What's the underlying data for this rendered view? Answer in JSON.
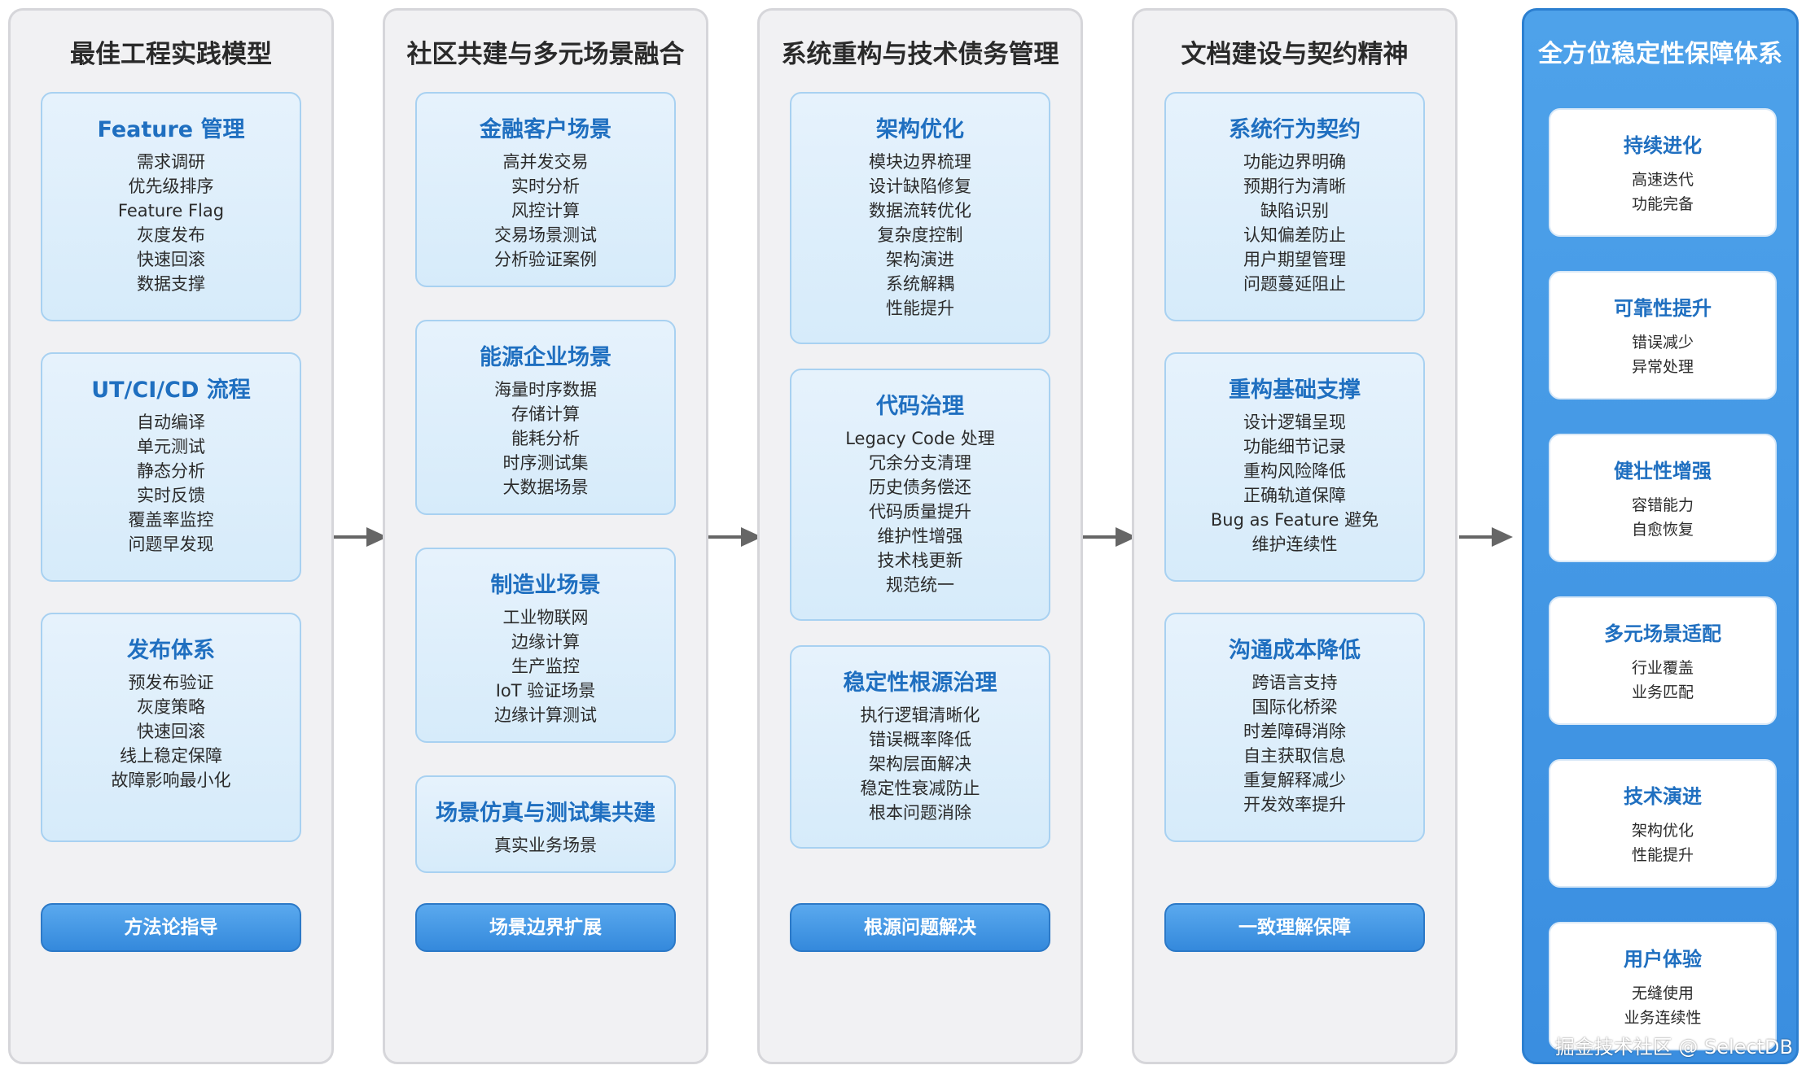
{
  "columns": [
    {
      "title": "最佳工程实践模型",
      "cards": [
        {
          "title": "Feature 管理",
          "items": [
            "需求调研",
            "优先级排序",
            "Feature Flag",
            "灰度发布",
            "快速回滚",
            "数据支撑"
          ]
        },
        {
          "title": "UT/CI/CD 流程",
          "items": [
            "自动编译",
            "单元测试",
            "静态分析",
            "实时反馈",
            "覆盖率监控",
            "问题早发现"
          ]
        },
        {
          "title": "发布体系",
          "items": [
            "预发布验证",
            "灰度策略",
            "快速回滚",
            "线上稳定保障",
            "故障影响最小化"
          ]
        }
      ],
      "footer": "方法论指导"
    },
    {
      "title": "社区共建与多元场景融合",
      "cards": [
        {
          "title": "金融客户场景",
          "items": [
            "高并发交易",
            "实时分析",
            "风控计算",
            "交易场景测试",
            "分析验证案例"
          ]
        },
        {
          "title": "能源企业场景",
          "items": [
            "海量时序数据",
            "存储计算",
            "能耗分析",
            "时序测试集",
            "大数据场景"
          ]
        },
        {
          "title": "制造业场景",
          "items": [
            "工业物联网",
            "边缘计算",
            "生产监控",
            "IoT 验证场景",
            "边缘计算测试"
          ]
        },
        {
          "title": "场景仿真与测试集共建",
          "items": [
            "真实业务场景"
          ]
        }
      ],
      "footer": "场景边界扩展"
    },
    {
      "title": "系统重构与技术债务管理",
      "cards": [
        {
          "title": "架构优化",
          "items": [
            "模块边界梳理",
            "设计缺陷修复",
            "数据流转优化",
            "复杂度控制",
            "架构演进",
            "系统解耦",
            "性能提升"
          ]
        },
        {
          "title": "代码治理",
          "items": [
            "Legacy Code 处理",
            "冗余分支清理",
            "历史债务偿还",
            "代码质量提升",
            "维护性增强",
            "技术栈更新",
            "规范统一"
          ]
        },
        {
          "title": "稳定性根源治理",
          "items": [
            "执行逻辑清晰化",
            "错误概率降低",
            "架构层面解决",
            "稳定性衰减防止",
            "根本问题消除"
          ]
        }
      ],
      "footer": "根源问题解决"
    },
    {
      "title": "文档建设与契约精神",
      "cards": [
        {
          "title": "系统行为契约",
          "items": [
            "功能边界明确",
            "预期行为清晰",
            "缺陷识别",
            "认知偏差防止",
            "用户期望管理",
            "问题蔓延阻止"
          ]
        },
        {
          "title": "重构基础支撑",
          "items": [
            "设计逻辑呈现",
            "功能细节记录",
            "重构风险降低",
            "正确轨道保障",
            "Bug as Feature 避免",
            "维护连续性"
          ]
        },
        {
          "title": "沟通成本降低",
          "items": [
            "跨语言支持",
            "国际化桥梁",
            "时差障碍消除",
            "自主获取信息",
            "重复解释减少",
            "开发效率提升"
          ]
        }
      ],
      "footer": "一致理解保障"
    }
  ],
  "final": {
    "title": "全方位稳定性保障体系",
    "cards": [
      {
        "title": "持续进化",
        "items": [
          "高速迭代",
          "功能完备"
        ]
      },
      {
        "title": "可靠性提升",
        "items": [
          "错误减少",
          "异常处理"
        ]
      },
      {
        "title": "健壮性增强",
        "items": [
          "容错能力",
          "自愈恢复"
        ]
      },
      {
        "title": "多元场景适配",
        "items": [
          "行业覆盖",
          "业务匹配"
        ]
      },
      {
        "title": "技术演进",
        "items": [
          "架构优化",
          "性能提升"
        ]
      },
      {
        "title": "用户体验",
        "items": [
          "无缝使用",
          "业务连续性"
        ]
      }
    ]
  },
  "watermark": "掘金技术社区 @ SelectDB",
  "colors": {
    "accent": "#1f6fc0",
    "pill": "#3a8ee0",
    "card_bg": "#dcedfb",
    "arrow": "#666666"
  }
}
